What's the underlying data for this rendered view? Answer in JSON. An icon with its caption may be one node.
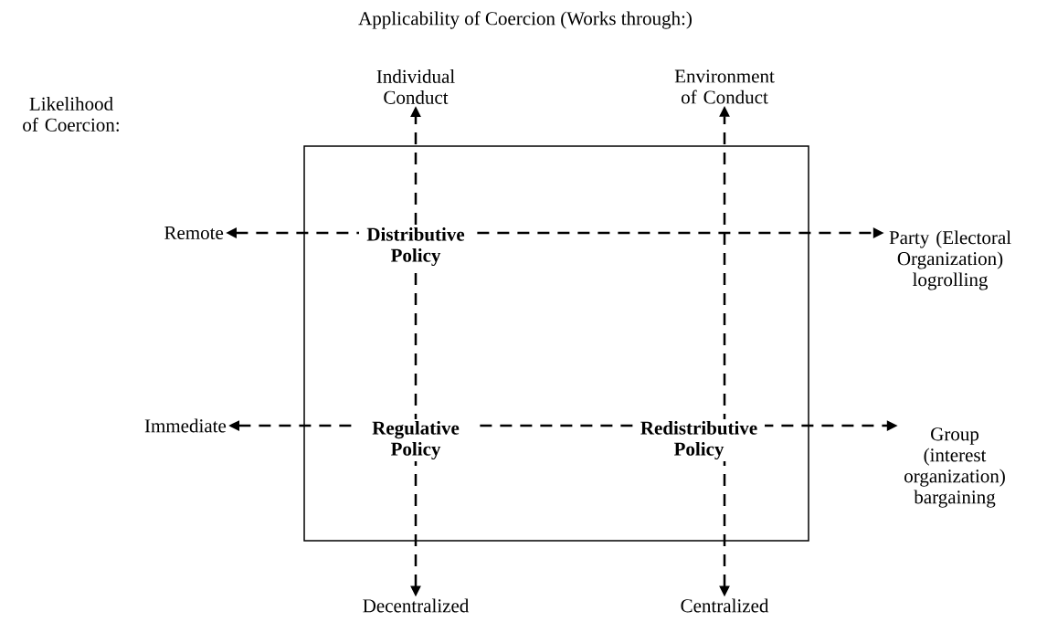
{
  "diagram": {
    "title": "Applicability of Coercion (Works through:)",
    "nodes": [
      {
        "text": [
          "Individual Conduct"
        ]
      },
      {
        "text": [
          "Environment of Conduct"
        ]
      },
      {
        "text": [
          "Remote"
        ]
      },
      {
        "text": [
          "Party (Electoral Organization) logrolling"
        ]
      },
      {
        "text": [
          "Immediate"
        ]
      },
      {
        "text": [
          "Group (interest organization) bargaining"
        ]
      },
      {
        "text": [
          "Decentralized"
        ]
      },
      {
        "text": [
          "Centralized"
        ]
      }
    ],
    "edges": [
      {
        "from": 6,
        "to": 0,
        "arrow": "both",
        "style": "dashed"
      },
      {
        "from": 7,
        "to": 1,
        "arrow": "both",
        "style": "dashed"
      },
      {
        "from": 2,
        "to": 3,
        "arrow": "both",
        "style": "dashed"
      },
      {
        "from": 4,
        "to": 5,
        "arrow": "both",
        "style": "dashed"
      }
    ],
    "labels": [
      "Likelihood of Coercion:",
      "Distributive Policy",
      "Regulative Policy",
      "Redistributive Policy"
    ]
  }
}
